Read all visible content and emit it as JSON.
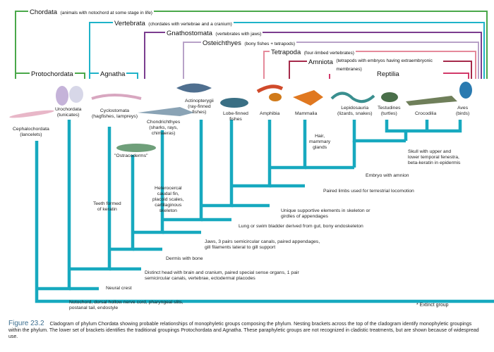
{
  "groups": {
    "chordata": {
      "name": "Chordata",
      "note": "(animals with notochord at some stage in life)",
      "color": "#4aa84a"
    },
    "vertebrata": {
      "name": "Vertebrata",
      "note": "(chordates with vertebrae and a cranium)",
      "color": "#1fb3c9"
    },
    "gnathostomata": {
      "name": "Gnathostomata",
      "note": "(vertebrates with jaws)",
      "color": "#7b3d8f"
    },
    "osteichthyes": {
      "name": "Osteichthyes",
      "note": "(bony fishes + tetrapods)",
      "color": "#b8a2c8"
    },
    "tetrapoda": {
      "name": "Tetrapoda",
      "note": "(four-limbed vertebrates)",
      "color": "#e58a9b"
    },
    "amniota": {
      "name": "Amniota",
      "note": "(tetrapods with embryos having extraembryonic membranes)",
      "color": "#a52a4a"
    },
    "reptilia": {
      "name": "Reptilia",
      "note": "",
      "color": "#d23a6a"
    },
    "protochordata": {
      "name": "Protochordata",
      "note": "",
      "color": "#4aa84a"
    },
    "agnatha": {
      "name": "Agnatha",
      "note": "",
      "color": "#1fb3c9"
    }
  },
  "taxa": {
    "cephalochordata": "Cephalochordata\n(lancelets)",
    "urochordata": "Urochordata\n(tunicates)",
    "cyclostomata": "Cyclostomata\n(hagfishes, lampreys)",
    "chondrichthyes": "Chondrichthyes\n(sharks, rays,\nchimaeras)",
    "ostracoderms": "\"Ostracoderms\"",
    "actinopterygii": "Actinopterygii\n(ray-finned\nfishes)",
    "lobefinned": "Lobe-finned\nfishes",
    "amphibia": "Amphibia",
    "mammalia": "Mammalia",
    "lepidosauria": "Lepidosauria\n(lizards, snakes)",
    "testudines": "Testudines\n(turtles)",
    "crocodilia": "Crocodilia",
    "aves": "Aves\n(birds)"
  },
  "traits": {
    "notochord": "Notochord, dorsal hollow nerve cord, pharyngeal slits,\npostanal tail, endostyle",
    "neuralcrest": "Neural crest",
    "head": "Distinct head with brain and cranium, paired special sense organs, 1 pair\nsemicircular canals, vertebrae, ectodermal placodes",
    "dermis": "Dermis with bone",
    "jaws": "Jaws, 3 pairs semicircular canals, paired appendages,\ngill filaments lateral to gill support",
    "lung": "Lung or swim bladder derived from gut, bony endoskeleton",
    "supportive": "Unique supportive elements in skeleton or\ngirdles of appendages",
    "limbs": "Paired limbs used for terrestrial locomotion",
    "amnion": "Embryo with amnion",
    "skull": "Skull with upper and\nlower temporal fenestra,\nbeta-keratin in epidermis",
    "hair": "Hair,\nmammary\nglands",
    "heterocercal": "Heterocercal\ncaudal fin,\nplacoid scales,\ncartilaginous\nskeleton",
    "teeth": "Teeth formed\nof keratin"
  },
  "footnote": "* Extinct group",
  "caption": {
    "figure": "Figure 23.2",
    "text": "Cladogram of phylum Chordata showing probable relationships of monophyletic groups composing the phylum. Nesting brackets across the top of the cladogram identify monophyletic groupings within the phylum. The lower set of brackets identifies the traditional groupings Protochordata and Agnatha. These paraphyletic groups are not recognized in cladistic treatments, but are shown because of widespread use."
  },
  "colors": {
    "tree": "#17a9bf",
    "text": "#222222",
    "caption_fig": "#3b6e8f"
  }
}
